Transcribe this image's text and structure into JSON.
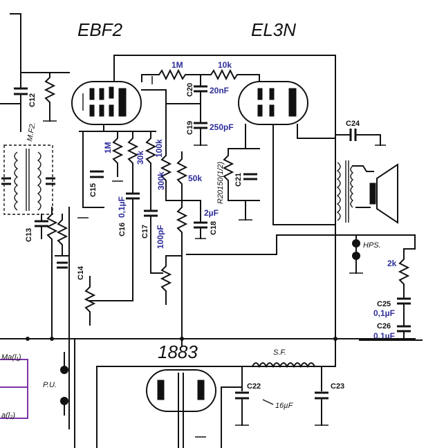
{
  "tubes": {
    "ebf2": "EBF2",
    "el3n": "EL3N",
    "rect": "1883"
  },
  "components": {
    "c12": "C12",
    "mf2": "M.F2.",
    "c13": "C13",
    "c14": "C14",
    "c15": "C15",
    "c16": "C16",
    "c16_val": "0,1µF",
    "c17": "C17",
    "c17_val": "100pF",
    "r_1m_top": "1M",
    "r_10k": "10k",
    "c20": "C20",
    "c20_val": "20nF",
    "c19": "C19",
    "c19_val": "250pF",
    "r_1m": "1M",
    "r_30k": "30k",
    "r_100k": "100k",
    "r_300k": "300k",
    "r_50k": "50k",
    "r_cath": "R20150(1/2)",
    "c21": "C21",
    "c18": "C18",
    "c18_val": "2µF",
    "c24": "C24",
    "hps": "HPS.",
    "r_2k": "2k",
    "c25": "C25",
    "c25_val": "0,1µF",
    "c26": "C26",
    "c26_val": "0,1µF",
    "sf": "S.F.",
    "c22": "C22",
    "c23": "C23",
    "c22_23_val": "16µF",
    "pu": "P.U.",
    "ma1": "Ma(l₁)",
    "ma2": "a(l₂)"
  }
}
